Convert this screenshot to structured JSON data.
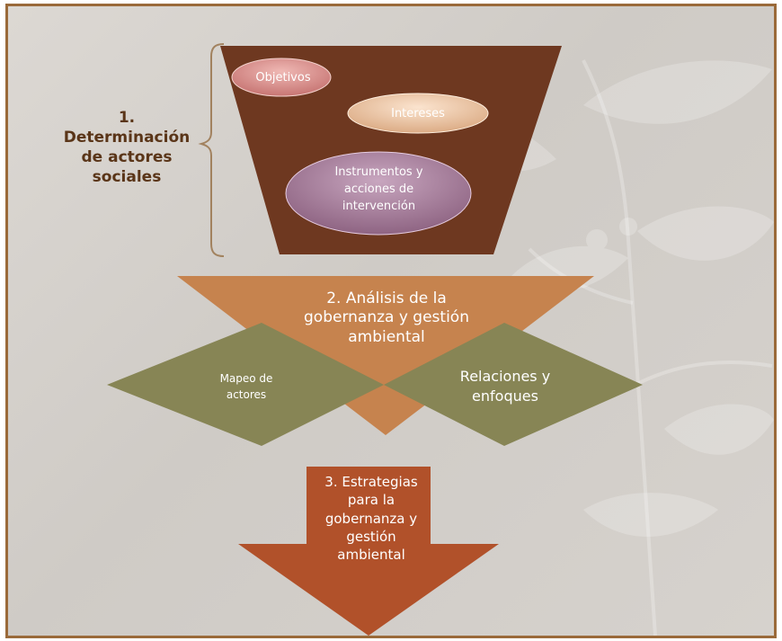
{
  "step1": {
    "label": "1.\nDeterminación\nde actores\nsociales",
    "items": [
      "Objetivos",
      "Intereses",
      "Instrumentos y\nacciones de\nintervención"
    ]
  },
  "step2": {
    "label": "2. Análisis de la\ngobernanza y gestión\nambiental",
    "left": "Mapeo de\nactores",
    "right": "Relaciones y\nenfoques"
  },
  "step3": {
    "label": "3. Estrategias\npara la\ngobernanza y\ngestión\nambiental"
  },
  "colors": {
    "frame": "#9a6a3a",
    "funnel": "#6e3820",
    "objetivos": "#d98a88",
    "intereses": "#f0c8a6",
    "instrumentos": "#a07a96",
    "triangle": "#c6834e",
    "diamond": "#878555",
    "arrow": "#b1512a"
  }
}
